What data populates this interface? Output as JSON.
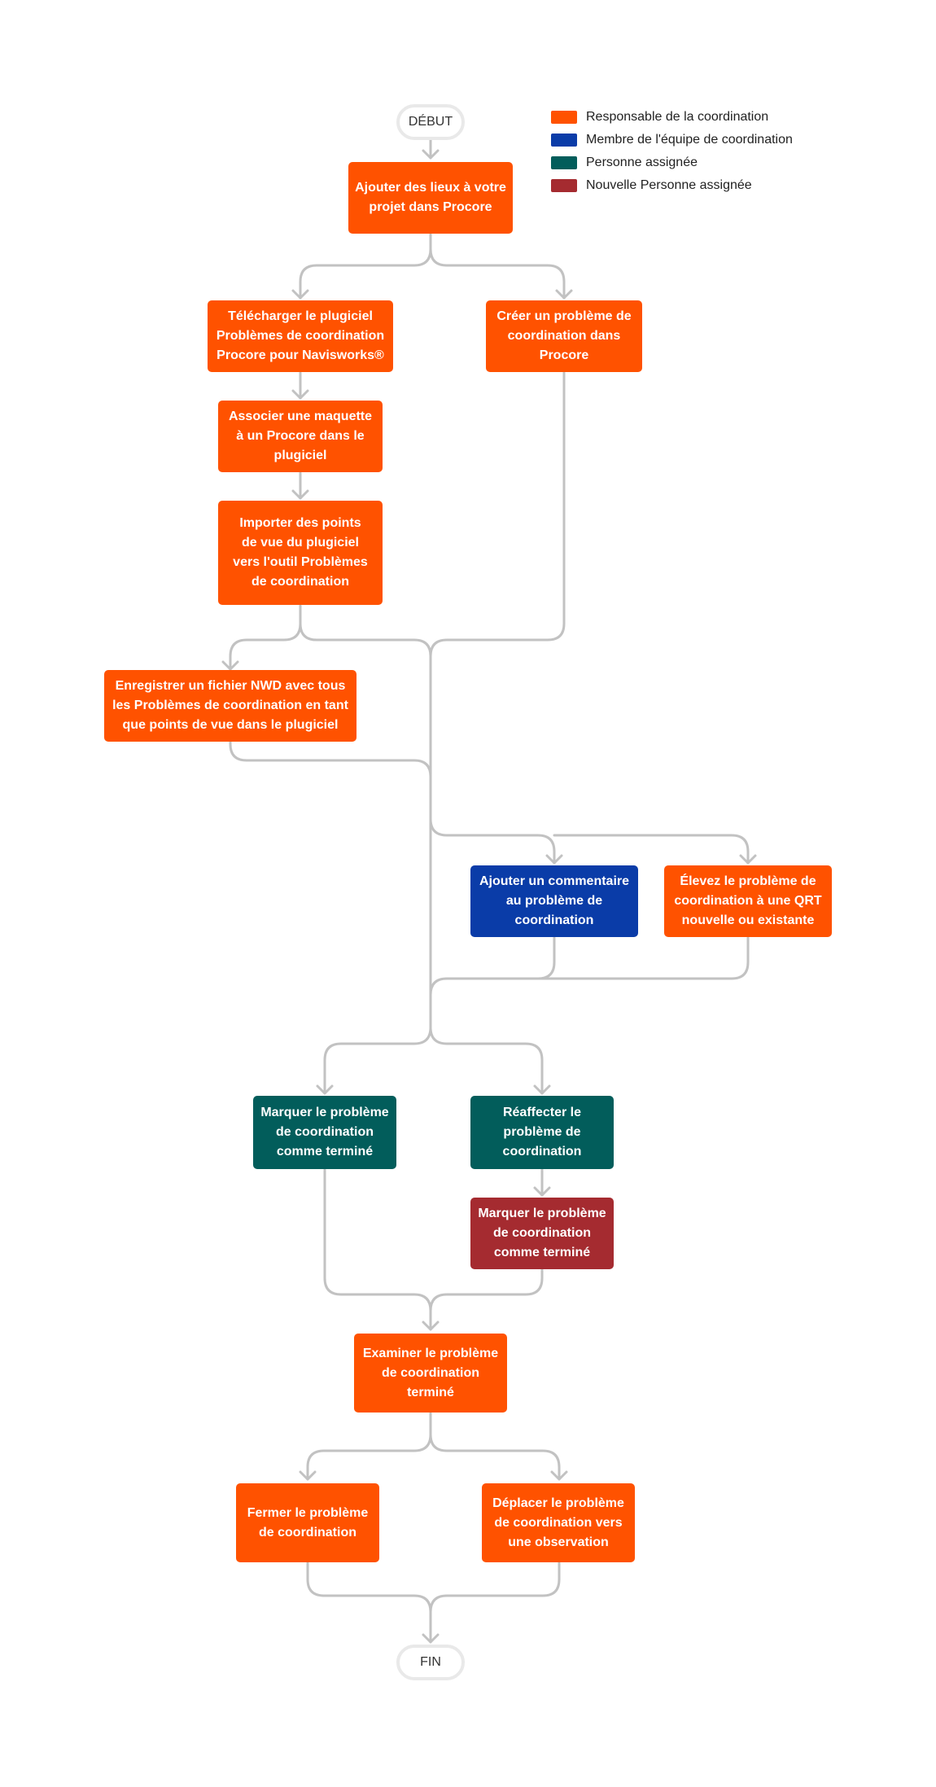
{
  "colors": {
    "orange": "#ff5200",
    "blue": "#0a3ca8",
    "teal": "#025d5b",
    "red": "#a52b30",
    "connector": "#c2c2c2",
    "terminal_border": "#e9e9e9"
  },
  "legend": [
    {
      "label": "Responsable de la coordination",
      "color": "#ff5200"
    },
    {
      "label": "Membre de l'équipe de coordination",
      "color": "#0a3ca8"
    },
    {
      "label": "Personne assignée",
      "color": "#025d5b"
    },
    {
      "label": "Nouvelle Personne assignée",
      "color": "#a52b30"
    }
  ],
  "flow": {
    "start": "DÉBUT",
    "end": "FIN",
    "steps": {
      "add_locations": "Ajouter des lieux à votre\nprojet dans Procore",
      "download_plugin": "Télécharger le plugiciel\nProblèmes de coordination\nProcore pour Navisworks®",
      "create_issue": "Créer un problème de\ncoordination dans\nProcore",
      "associate_model": "Associer une maquette\nà un Procore dans le\nplugiciel",
      "import_viewpoints": "Importer des points\nde vue du plugiciel\nvers l'outil Problèmes\nde coordination",
      "save_nwd": "Enregistrer un fichier NWD avec tous\nles Problèmes de coordination en tant\nque points de vue dans le plugiciel",
      "add_comment": "Ajouter un commentaire\nau problème de\ncoordination",
      "escalate_rfi": "Élevez le problème de\ncoordination à une QRT\nnouvelle ou existante",
      "mark_complete": "Marquer le problème\nde coordination\ncomme terminé",
      "reassign": "Réaffecter le\nproblème de\ncoordination",
      "mark_complete_new": "Marquer le problème\nde coordination\ncomme terminé",
      "review_complete": "Examiner le problème\nde coordination\nterminé",
      "close_issue": "Fermer le problème\nde coordination",
      "move_observation": "Déplacer le problème\nde coordination vers\nune observation"
    }
  }
}
